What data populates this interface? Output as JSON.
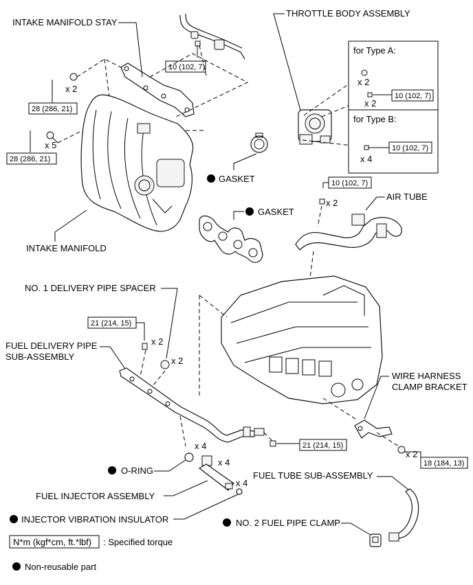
{
  "labels": {
    "intake_manifold_stay": "INTAKE MANIFOLD STAY",
    "throttle_body_assembly": "THROTTLE BODY ASSEMBLY",
    "for_type_a": "for Type A:",
    "for_type_b": "for Type B:",
    "gasket_1": "GASKET",
    "gasket_2": "GASKET",
    "air_tube": "AIR TUBE",
    "intake_manifold": "INTAKE MANIFOLD",
    "no1_delivery_pipe_spacer": "NO. 1 DELIVERY PIPE SPACER",
    "fuel_delivery_pipe_1": "FUEL DELIVERY PIPE",
    "fuel_delivery_pipe_2": "SUB-ASSEMBLY",
    "wire_harness_1": "WIRE HARNESS",
    "wire_harness_2": "CLAMP BRACKET",
    "o_ring": "O-RING",
    "fuel_injector": "FUEL INJECTOR ASSEMBLY",
    "injector_vibration_insulator": "INJECTOR VIBRATION INSULATOR",
    "fuel_tube": "FUEL TUBE SUB-ASSEMBLY",
    "no2_fuel_pipe_clamp": "NO. 2 FUEL PIPE CLAMP"
  },
  "torques": {
    "stay_top": "10 (102, 7)",
    "stay_left": "28 (286, 21)",
    "manifold_left": "28 (286, 21)",
    "type_a": "10 (102, 7)",
    "type_b": "10 (102, 7)",
    "air_tube": "10 (102, 7)",
    "delivery_pipe": "21 (214, 15)",
    "fuel_pipe_bolt": "21 (214, 15)",
    "wire_harness": "18 (184, 13)"
  },
  "counts": {
    "stay_left": "x 2",
    "manifold_left": "x 5",
    "type_a_1": "x 2",
    "type_a_2": "x 2",
    "type_b": "x 4",
    "air_tube": "x 2",
    "delivery_pipe_bolt": "x 2",
    "spacer": "x 2",
    "o_ring": "x 4",
    "injector": "x 4",
    "insulator": "x 4",
    "wire_harness": "x 2"
  },
  "legend": {
    "torque_box": "N*m (kgf*cm, ft.*lbf)",
    "torque_desc": ": Specified torque",
    "non_reusable": "Non-reusable part"
  }
}
